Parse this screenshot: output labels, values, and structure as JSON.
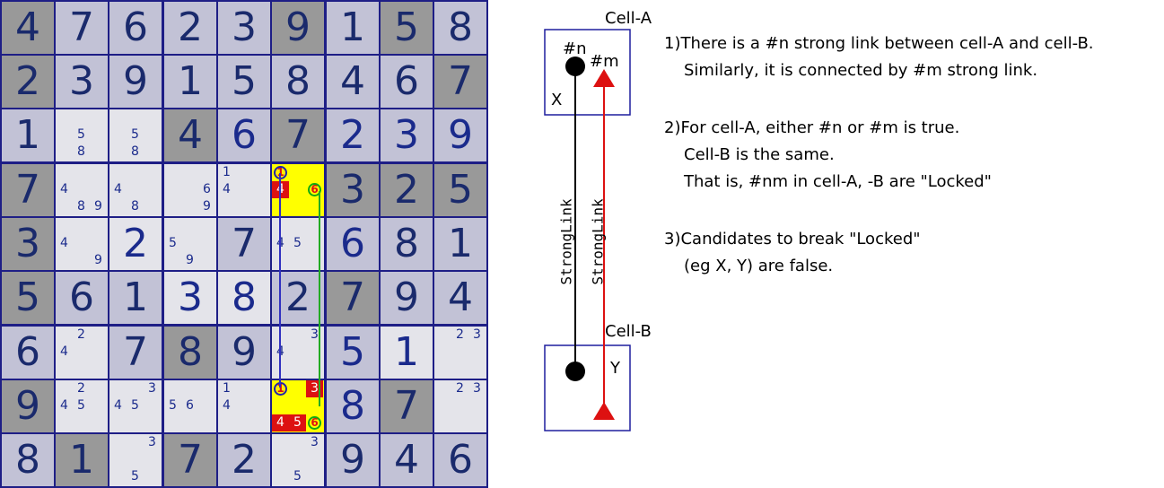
{
  "sudoku": {
    "rows": [
      [
        {
          "v": "4",
          "t": "g",
          "s": "dark"
        },
        {
          "v": "7",
          "t": "g",
          "s": "mid"
        },
        {
          "v": "6",
          "t": "g",
          "s": "mid"
        },
        {
          "v": "2",
          "t": "g",
          "s": "mid"
        },
        {
          "v": "3",
          "t": "g",
          "s": "mid"
        },
        {
          "v": "9",
          "t": "g",
          "s": "dark"
        },
        {
          "v": "1",
          "t": "g",
          "s": "mid"
        },
        {
          "v": "5",
          "t": "g",
          "s": "dark"
        },
        {
          "v": "8",
          "t": "g",
          "s": "mid"
        }
      ],
      [
        {
          "v": "2",
          "t": "g",
          "s": "dark"
        },
        {
          "v": "3",
          "t": "g",
          "s": "mid"
        },
        {
          "v": "9",
          "t": "g",
          "s": "mid"
        },
        {
          "v": "1",
          "t": "g",
          "s": "mid"
        },
        {
          "v": "5",
          "t": "g",
          "s": "mid"
        },
        {
          "v": "8",
          "t": "g",
          "s": "mid"
        },
        {
          "v": "4",
          "t": "g",
          "s": "mid"
        },
        {
          "v": "6",
          "t": "g",
          "s": "mid"
        },
        {
          "v": "7",
          "t": "g",
          "s": "dark"
        }
      ],
      [
        {
          "v": "1",
          "t": "g",
          "s": "mid"
        },
        {
          "t": "c",
          "c": [
            {
              "d": "5",
              "p": 4
            },
            {
              "d": "8",
              "p": 7
            }
          ]
        },
        {
          "t": "c",
          "c": [
            {
              "d": "5",
              "p": 4
            },
            {
              "d": "8",
              "p": 7
            }
          ]
        },
        {
          "v": "4",
          "t": "g",
          "s": "dark"
        },
        {
          "v": "6",
          "t": "s",
          "s": "mid"
        },
        {
          "v": "7",
          "t": "g",
          "s": "dark"
        },
        {
          "v": "2",
          "t": "s",
          "s": "mid"
        },
        {
          "v": "3",
          "t": "s",
          "s": "mid"
        },
        {
          "v": "9",
          "t": "s",
          "s": "mid"
        }
      ],
      [
        {
          "v": "7",
          "t": "g",
          "s": "dark"
        },
        {
          "t": "c",
          "c": [
            {
              "d": "4",
              "p": 3
            },
            {
              "d": "8",
              "p": 7
            },
            {
              "d": "9",
              "p": 8
            }
          ]
        },
        {
          "t": "c",
          "c": [
            {
              "d": "4",
              "p": 3
            },
            {
              "d": "8",
              "p": 7
            }
          ]
        },
        {
          "t": "c",
          "c": [
            {
              "d": "6",
              "p": 5
            },
            {
              "d": "9",
              "p": 8
            }
          ]
        },
        {
          "t": "c",
          "c": [
            {
              "d": "1",
              "p": 0
            },
            {
              "d": "4",
              "p": 3
            }
          ]
        },
        {
          "t": "c",
          "y": true,
          "c": [
            {
              "d": "1",
              "p": 0,
              "ring": "yellow"
            },
            {
              "d": "4",
              "p": 3,
              "hl": true
            },
            {
              "d": "6",
              "p": 5,
              "ring": "green"
            }
          ]
        },
        {
          "v": "3",
          "t": "g",
          "s": "dark"
        },
        {
          "v": "2",
          "t": "g",
          "s": "dark"
        },
        {
          "v": "5",
          "t": "g",
          "s": "dark"
        }
      ],
      [
        {
          "v": "3",
          "t": "g",
          "s": "dark"
        },
        {
          "t": "c",
          "c": [
            {
              "d": "4",
              "p": 3
            },
            {
              "d": "9",
              "p": 8
            }
          ]
        },
        {
          "v": "2",
          "t": "s",
          "s": "light"
        },
        {
          "t": "c",
          "c": [
            {
              "d": "5",
              "p": 3
            },
            {
              "d": "9",
              "p": 7
            }
          ]
        },
        {
          "v": "7",
          "t": "g",
          "s": "mid"
        },
        {
          "t": "c",
          "c": [
            {
              "d": "4",
              "p": 3
            },
            {
              "d": "5",
              "p": 4
            }
          ]
        },
        {
          "v": "6",
          "t": "s",
          "s": "mid"
        },
        {
          "v": "8",
          "t": "g",
          "s": "mid"
        },
        {
          "v": "1",
          "t": "g",
          "s": "mid"
        }
      ],
      [
        {
          "v": "5",
          "t": "g",
          "s": "dark"
        },
        {
          "v": "6",
          "t": "g",
          "s": "mid"
        },
        {
          "v": "1",
          "t": "g",
          "s": "mid"
        },
        {
          "v": "3",
          "t": "s",
          "s": "light"
        },
        {
          "v": "8",
          "t": "s",
          "s": "light"
        },
        {
          "v": "2",
          "t": "g",
          "s": "mid"
        },
        {
          "v": "7",
          "t": "g",
          "s": "dark"
        },
        {
          "v": "9",
          "t": "g",
          "s": "mid"
        },
        {
          "v": "4",
          "t": "g",
          "s": "mid"
        }
      ],
      [
        {
          "v": "6",
          "t": "g",
          "s": "mid"
        },
        {
          "t": "c",
          "c": [
            {
              "d": "2",
              "p": 1
            },
            {
              "d": "4",
              "p": 3
            }
          ]
        },
        {
          "v": "7",
          "t": "g",
          "s": "mid"
        },
        {
          "v": "8",
          "t": "g",
          "s": "dark"
        },
        {
          "v": "9",
          "t": "g",
          "s": "mid"
        },
        {
          "t": "c",
          "c": [
            {
              "d": "3",
              "p": 2
            },
            {
              "d": "4",
              "p": 3
            }
          ]
        },
        {
          "v": "5",
          "t": "s",
          "s": "mid"
        },
        {
          "v": "1",
          "t": "s",
          "s": "light"
        },
        {
          "t": "c",
          "c": [
            {
              "d": "2",
              "p": 1
            },
            {
              "d": "3",
              "p": 2
            }
          ]
        }
      ],
      [
        {
          "v": "9",
          "t": "g",
          "s": "dark"
        },
        {
          "t": "c",
          "c": [
            {
              "d": "2",
              "p": 1
            },
            {
              "d": "4",
              "p": 3
            },
            {
              "d": "5",
              "p": 4
            }
          ]
        },
        {
          "t": "c",
          "c": [
            {
              "d": "3",
              "p": 2
            },
            {
              "d": "4",
              "p": 3
            },
            {
              "d": "5",
              "p": 4
            }
          ]
        },
        {
          "t": "c",
          "c": [
            {
              "d": "5",
              "p": 3
            },
            {
              "d": "6",
              "p": 4
            }
          ]
        },
        {
          "t": "c",
          "c": [
            {
              "d": "1",
              "p": 0
            },
            {
              "d": "4",
              "p": 3
            }
          ]
        },
        {
          "t": "c",
          "y": true,
          "c": [
            {
              "d": "1",
              "p": 0,
              "ring": "yellow"
            },
            {
              "d": "3",
              "p": 2,
              "hl": true
            },
            {
              "d": "4",
              "p": 6,
              "hl": true
            },
            {
              "d": "5",
              "p": 7,
              "hl": true
            },
            {
              "d": "6",
              "p": 8,
              "ring": "green"
            }
          ]
        },
        {
          "v": "8",
          "t": "s",
          "s": "mid"
        },
        {
          "v": "7",
          "t": "g",
          "s": "dark"
        },
        {
          "t": "c",
          "c": [
            {
              "d": "2",
              "p": 1
            },
            {
              "d": "3",
              "p": 2
            }
          ]
        }
      ],
      [
        {
          "v": "8",
          "t": "g",
          "s": "mid"
        },
        {
          "v": "1",
          "t": "g",
          "s": "dark"
        },
        {
          "t": "c",
          "c": [
            {
              "d": "3",
              "p": 2
            },
            {
              "d": "5",
              "p": 7
            }
          ]
        },
        {
          "v": "7",
          "t": "g",
          "s": "dark"
        },
        {
          "v": "2",
          "t": "g",
          "s": "mid"
        },
        {
          "t": "c",
          "c": [
            {
              "d": "3",
              "p": 2
            },
            {
              "d": "5",
              "p": 7
            }
          ]
        },
        {
          "v": "9",
          "t": "g",
          "s": "mid"
        },
        {
          "v": "4",
          "t": "g",
          "s": "mid"
        },
        {
          "v": "6",
          "t": "g",
          "s": "mid"
        }
      ]
    ]
  },
  "diagram": {
    "cell_a_label": "Cell-A",
    "cell_b_label": "Cell-B",
    "n_label": "#n",
    "m_label": "#m",
    "x_label": "X",
    "y_label": "Y",
    "link_label_1": "StrongLink",
    "link_label_2": "StrongLink",
    "colors": {
      "box": "#1e1e9e",
      "black_link": "#000000",
      "red_link": "#dd1111"
    }
  },
  "explanation": {
    "p1_line1": "1)There is a #n strong link between cell-A and cell-B.",
    "p1_line2": "Similarly, it is connected by #m strong link.",
    "p2_line1": "2)For cell-A, either #n or #m is true.",
    "p2_line2": "Cell-B is the same.",
    "p2_line3": "That is, #nm in cell-A, -B are \"Locked\"",
    "p3_line1": "3)Candidates to break \"Locked\"",
    "p3_line2": "(eg X, Y) are false."
  }
}
